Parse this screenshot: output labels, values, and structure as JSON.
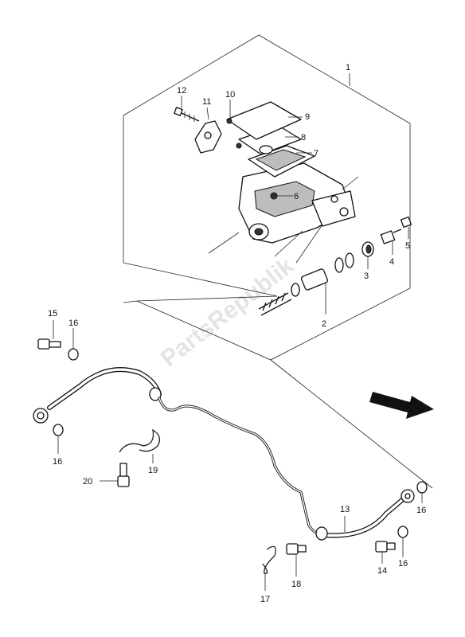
{
  "watermark": "PartsRepublik",
  "parts": {
    "p1": "1",
    "p2": "2",
    "p3": "3",
    "p4": "4",
    "p5": "5",
    "p6": "6",
    "p7": "7",
    "p8": "8",
    "p9": "9",
    "p10": "10",
    "p11": "11",
    "p12": "12",
    "p13": "13",
    "p14": "14",
    "p15": "15",
    "p16a": "16",
    "p16b": "16",
    "p16c": "16",
    "p16d": "16",
    "p17": "17",
    "p18": "18",
    "p19": "19",
    "p20": "20"
  }
}
